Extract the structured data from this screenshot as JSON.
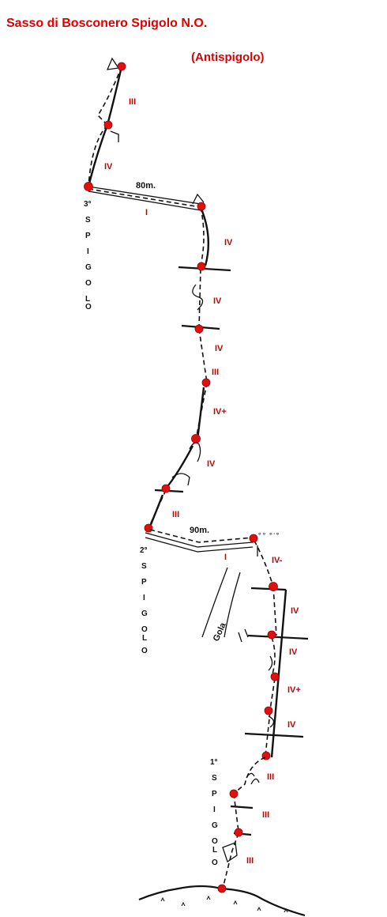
{
  "title": "Sasso di Bosconero  Spigolo N.O.",
  "subtitle": "(Antispigolo)",
  "colors": {
    "title": "#e00000",
    "grade": "#c80000",
    "belay": "#e01010",
    "line": "#111111"
  },
  "grades": {
    "g1": "III",
    "g2": "IV",
    "g3": "I",
    "g4": "IV",
    "g5": "IV",
    "g6": "IV",
    "g7": "III",
    "g8": "IV+",
    "g9": "IV",
    "g10": "III",
    "g11": "I",
    "g12": "IV-",
    "g13": "IV",
    "g14": "IV",
    "g15": "IV+",
    "g16": "IV",
    "g17": "III",
    "g18": "III",
    "g19": "III"
  },
  "distances": {
    "d1": "80m.",
    "d2": "90m."
  },
  "gully_label": "Gola",
  "spigolo3": {
    "num": "3°",
    "letters": [
      "S",
      "P",
      "I",
      "G",
      "O",
      "L",
      "O"
    ]
  },
  "spigolo2": {
    "num": "2°",
    "letters": [
      "S",
      "P",
      "I",
      "G",
      "O",
      "L",
      "O"
    ]
  },
  "spigolo1": {
    "num": "1°",
    "letters": [
      "S",
      "P",
      "I",
      "G",
      "O",
      "L",
      "O"
    ]
  }
}
